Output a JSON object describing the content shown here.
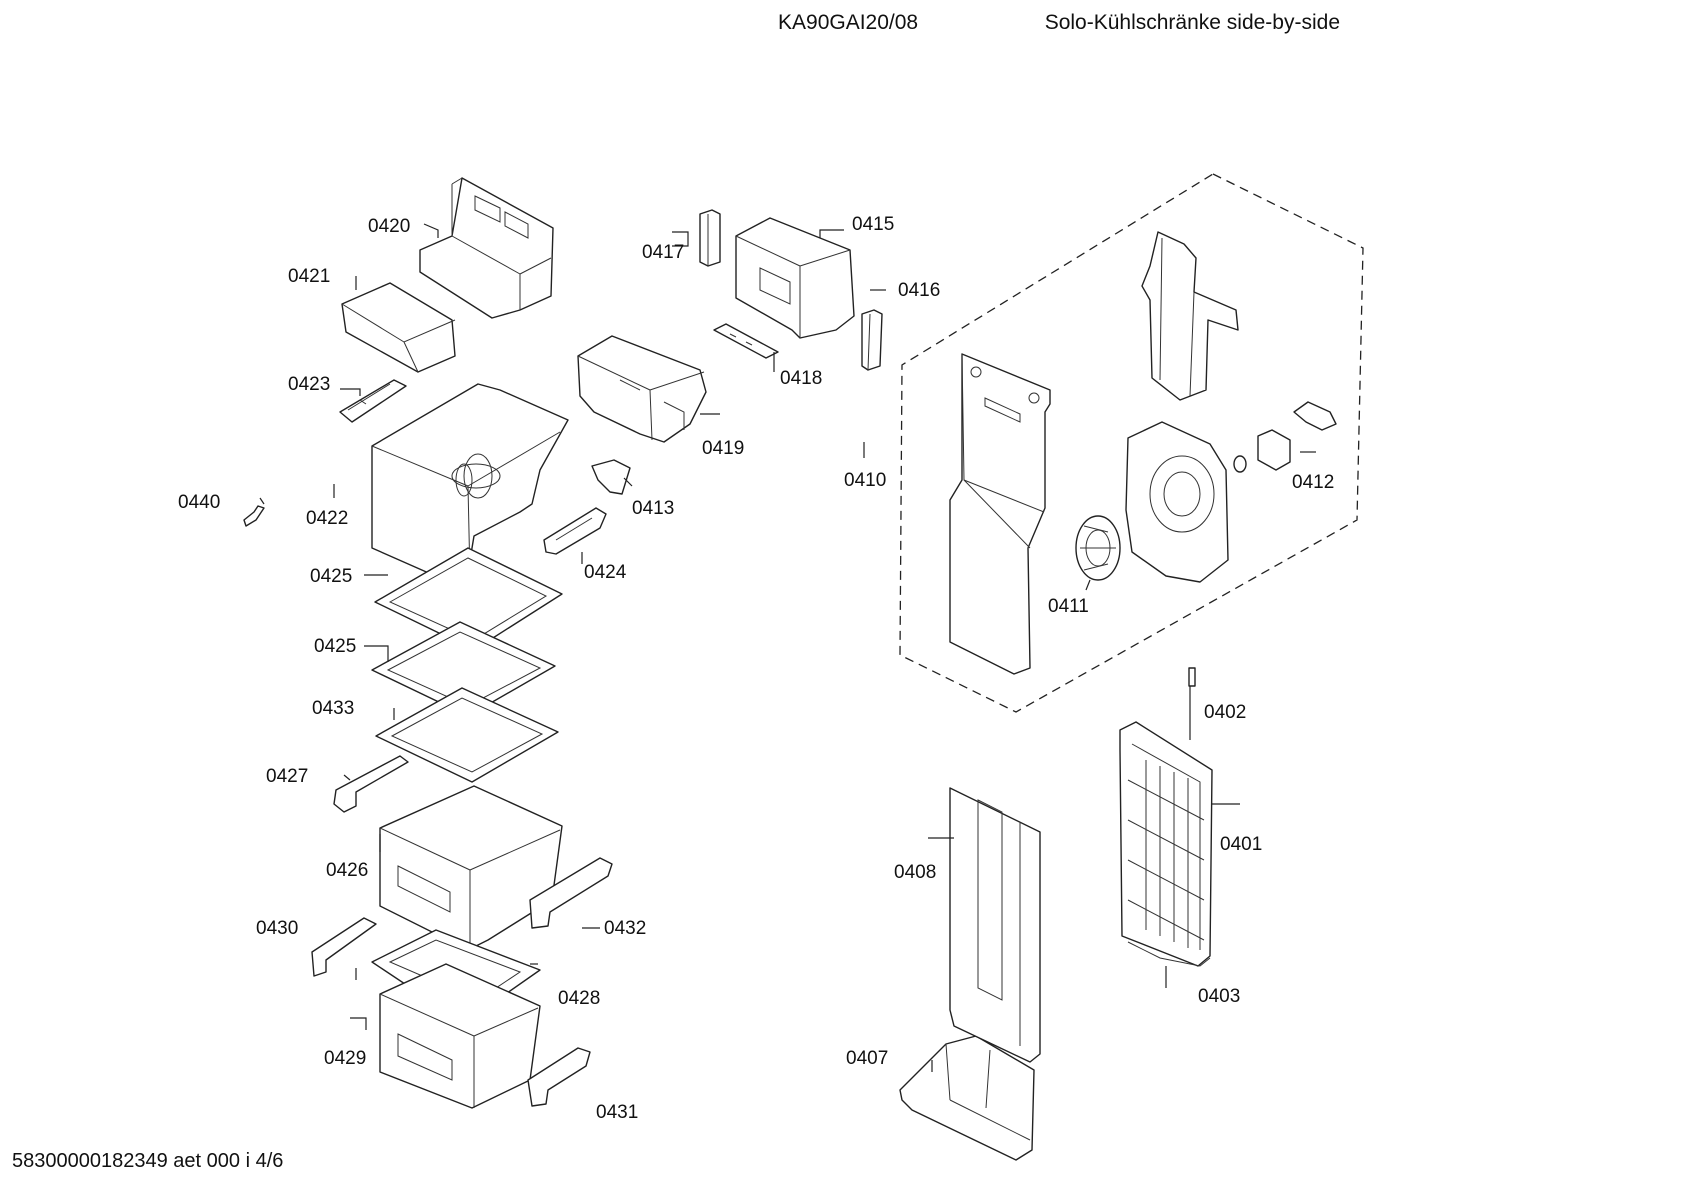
{
  "header": {
    "model": "KA90GAI20/08",
    "title": "Solo-Kühlschränke side-by-side"
  },
  "footer": {
    "doc_id": "58300000182349 aet 000 i 4/6"
  },
  "labels": {
    "p0401": "0401",
    "p0402": "0402",
    "p0403": "0403",
    "p0407": "0407",
    "p0408": "0408",
    "p0410": "0410",
    "p0411": "0411",
    "p0412": "0412",
    "p0413": "0413",
    "p0415": "0415",
    "p0416": "0416",
    "p0417": "0417",
    "p0418": "0418",
    "p0419": "0419",
    "p0420": "0420",
    "p0421": "0421",
    "p0422": "0422",
    "p0423": "0423",
    "p0424": "0424",
    "p0425a": "0425",
    "p0425b": "0425",
    "p0426": "0426",
    "p0427": "0427",
    "p0428": "0428",
    "p0429": "0429",
    "p0430": "0430",
    "p0431": "0431",
    "p0432": "0432",
    "p0433": "0433",
    "p0440": "0440"
  }
}
